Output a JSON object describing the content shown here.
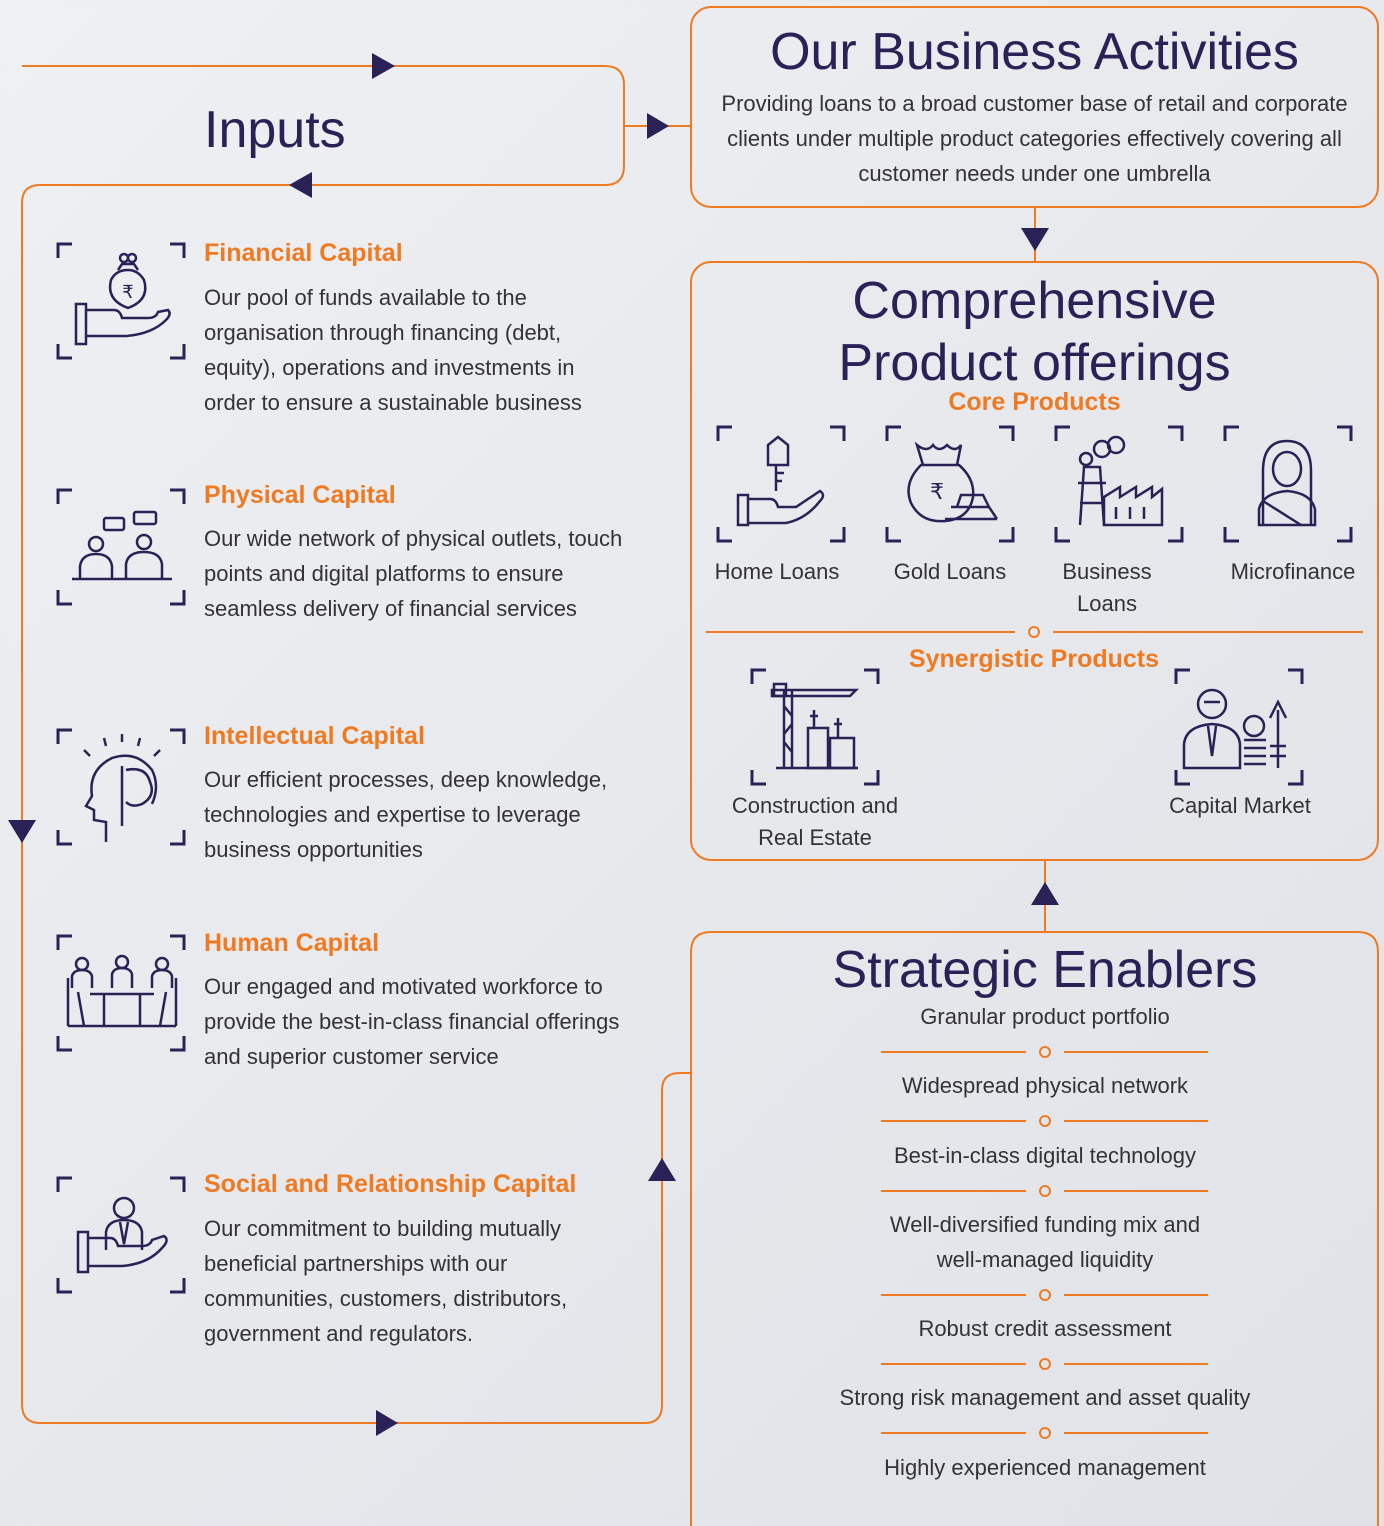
{
  "inputs": {
    "title": "Inputs",
    "capitals": [
      {
        "heading": "Financial Capital",
        "text": "Our pool of funds available to the organisation through financing (debt, equity), operations and investments in order to ensure a sustainable business",
        "icon": "money-bag-hand-icon"
      },
      {
        "heading": "Physical Capital",
        "text": "Our wide network of physical outlets, touch points and digital platforms to ensure seamless delivery of financial services",
        "icon": "people-chat-icon"
      },
      {
        "heading": "Intellectual Capital",
        "text": "Our efficient processes, deep knowledge, technologies and expertise to leverage business opportunities",
        "icon": "head-brain-icon"
      },
      {
        "heading": "Human Capital",
        "text": "Our engaged and motivated workforce to provide the best-in-class financial offerings and superior customer service",
        "icon": "meeting-table-icon"
      },
      {
        "heading": "Social and Relationship Capital",
        "text": "Our commitment to building mutually beneficial partnerships with our communities, customers, distributors, government and regulators.",
        "icon": "person-hand-icon"
      }
    ]
  },
  "business": {
    "title": "Our Business Activities",
    "text": "Providing loans to a broad customer base of retail and corporate clients under multiple product categories effectively covering all customer needs under one umbrella"
  },
  "products": {
    "title_line1": "Comprehensive",
    "title_line2": "Product offerings",
    "core_heading": "Core Products",
    "core": [
      {
        "label_line1": "Home Loans",
        "label_line2": "",
        "icon": "house-key-icon"
      },
      {
        "label_line1": "Gold Loans",
        "label_line2": "",
        "icon": "gold-bag-icon"
      },
      {
        "label_line1": "Business",
        "label_line2": "Loans",
        "icon": "factory-icon"
      },
      {
        "label_line1": "Microfinance",
        "label_line2": "",
        "icon": "woman-icon"
      }
    ],
    "synergistic_heading": "Synergistic Products",
    "synergistic": [
      {
        "label_line1": "Construction and",
        "label_line2": "Real Estate",
        "icon": "construction-crane-icon"
      },
      {
        "label_line1": "Capital Market",
        "label_line2": "",
        "icon": "investor-growth-icon"
      }
    ]
  },
  "enablers": {
    "title": "Strategic Enablers",
    "items": [
      "Granular product portfolio",
      "Widespread physical network",
      "Best-in-class digital technology",
      "Well-diversified funding mix and",
      "well-managed liquidity",
      "Robust credit assessment",
      "Strong risk management and asset quality",
      "Highly experienced management"
    ]
  },
  "colors": {
    "navy": "#2a2257",
    "orange": "#f07a22",
    "text": "#333333"
  }
}
